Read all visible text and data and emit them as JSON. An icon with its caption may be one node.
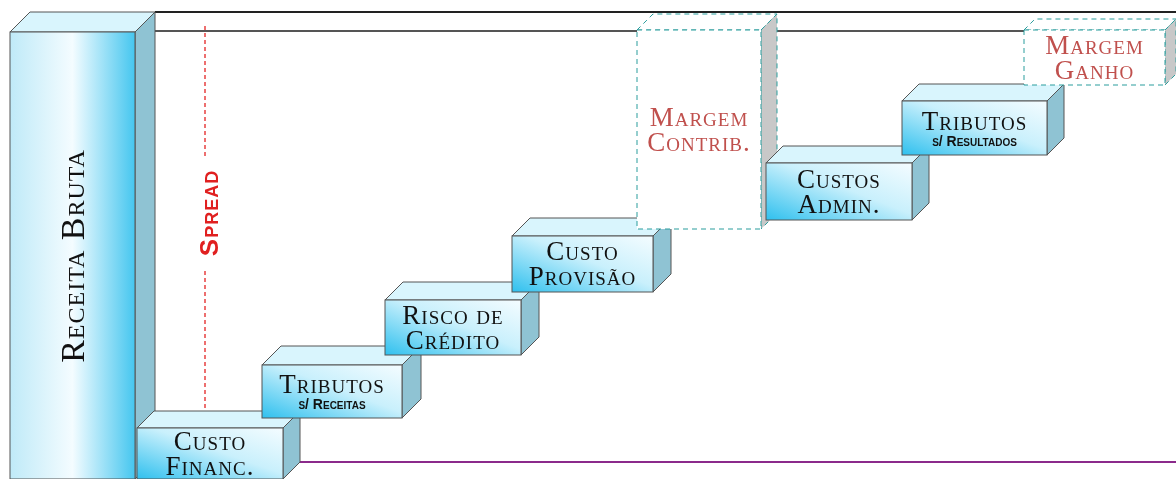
{
  "diagram": {
    "nodes": [
      {
        "text": [
          "Receita Bruta"
        ]
      },
      {
        "text": [
          "Custo Financ."
        ]
      },
      {
        "text": [
          "Tributos",
          "s/ Receitas"
        ]
      },
      {
        "text": [
          "Risco de Crédito"
        ]
      },
      {
        "text": [
          "Custo Provisão"
        ]
      },
      {
        "text": [
          "Margem Contrib."
        ]
      },
      {
        "text": [
          "Custos Admin."
        ]
      },
      {
        "text": [
          "Tributos",
          "s/ Resultados"
        ]
      },
      {
        "text": [
          "Margem Ganho"
        ]
      }
    ],
    "edges": [],
    "labels": [
      "Spread"
    ]
  }
}
